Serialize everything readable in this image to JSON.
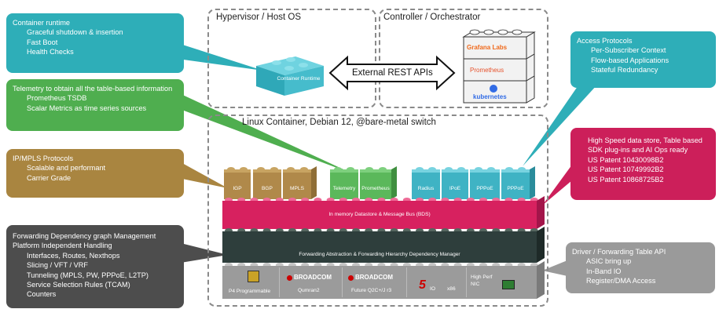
{
  "left_callouts": [
    {
      "title": "Container runtime",
      "items": [
        "Graceful shutdown & insertion",
        "Fast Boot",
        "Health Checks"
      ],
      "color": "#2eaeb8"
    },
    {
      "title": "Telemetry to obtain all the table-based information",
      "items": [
        "Prometheus TSDB",
        "Scalar Metrics as time series sources"
      ],
      "color": "#4fae4f"
    },
    {
      "title": "IP/MPLS Protocols",
      "items": [
        "Scalable and performant",
        "Carrier Grade"
      ],
      "color": "#a98540"
    },
    {
      "title": "Forwarding Dependency graph Management",
      "items": [
        "Platform Independent Handling"
      ],
      "subitems": [
        "Interfaces, Routes, Nexthops",
        "Slicing / VFT /  VRF",
        "Tunneling (MPLS, PW, PPPoE, L2TP)",
        "Service Selection Rules  (TCAM)",
        "Counters"
      ],
      "color": "#4d4d4d"
    }
  ],
  "right_callouts": [
    {
      "title": "Access Protocols",
      "items": [
        "Per-Subscriber Context",
        "Flow-based Applications",
        "Stateful Redundancy"
      ],
      "color": "#2eaeb8"
    },
    {
      "title": "",
      "items": [
        "High Speed data store, Table based",
        "SDK plug-ins and AI Ops ready",
        "US Patent 10430098B2",
        "US Patent 10749992B2",
        "US Patent 10868725B2"
      ],
      "color": "#cc1f5a"
    },
    {
      "title": "Driver / Forwarding Table API",
      "items": [
        "ASIC bring up",
        "In-Band IO",
        "Register/DMA Access"
      ],
      "color": "#9a9a9a"
    }
  ],
  "hypervisor": {
    "title": "Hypervisor / Host OS",
    "container_label": "Container Runtime"
  },
  "controller": {
    "title": "Controller / Orchestrator",
    "stack": [
      "Grafana Labs",
      "Prometheus",
      "kubernetes"
    ]
  },
  "rest_api": {
    "label": "External REST APIs"
  },
  "linux": {
    "title": "Linux Container, Debian 12, @bare-metal switch"
  },
  "protocol_bricks": {
    "routing": [
      "IGP",
      "BGP",
      "MPLS"
    ],
    "telemetry": [
      "Telemetry",
      "Prometheus"
    ],
    "access": [
      "Radius",
      "IPoE",
      "PPPoE",
      "PPPoE"
    ]
  },
  "layers": {
    "datastore": "In memory Datastore & Message Bus (BDS)",
    "forwarding": "Forwarding Abstraction & Forwarding Hierarchy Dependency Manager"
  },
  "hardware": [
    {
      "label": "P4 Programmable",
      "logo": ""
    },
    {
      "label": "Qumran2",
      "logo": "BROADCOM"
    },
    {
      "label": "Future Q2C+/J r3",
      "logo": "BROADCOM"
    },
    {
      "label": "x86",
      "logo": "IO"
    },
    {
      "label": "High Perf NIC",
      "logo": ""
    }
  ],
  "colors": {
    "routing": "#b0894a",
    "telemetry": "#5bb85b",
    "access": "#3fb3c4",
    "datastore": "#d7215f",
    "forwarding": "#2e3e3c",
    "hardware": "#9b9b9b"
  }
}
